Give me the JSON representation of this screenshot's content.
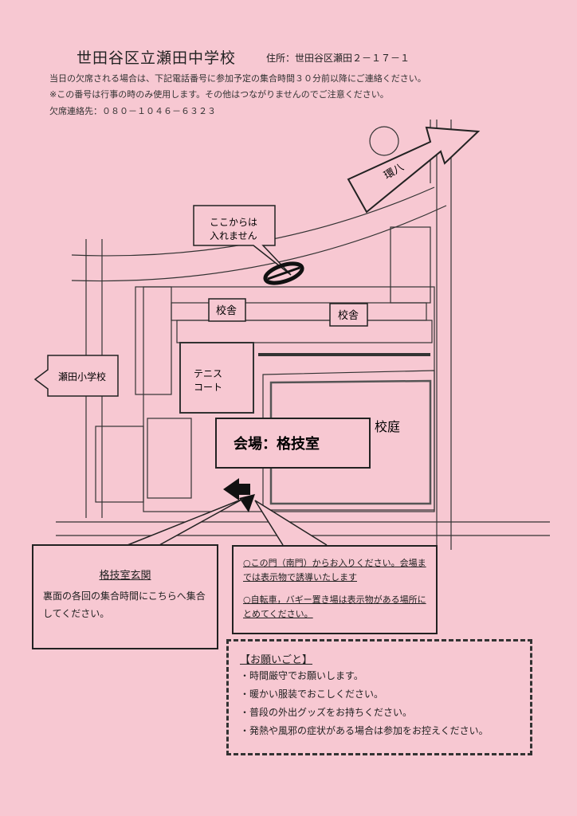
{
  "header": {
    "school": "世田谷区立瀬田中学校",
    "address": "住所：世田谷区瀬田２－１７－１",
    "notes": [
      "当日の欠席される場合は、下記電話番号に参加予定の集合時間３０分前以降にご連絡ください。",
      "※この番号は行事の時のみ使用します。その他はつながりませんのでご注意ください。",
      "欠席連絡先：０８０－１０４６－６３２３"
    ]
  },
  "map": {
    "kanpachi": "環八",
    "no_entry": [
      "ここからは",
      "入れません"
    ],
    "school_bldg": "校舎",
    "seta_elementary": "瀬田小学校",
    "tennis_court": [
      "テニス",
      "コート"
    ],
    "schoolyard": "校庭",
    "venue": "会場：格技室"
  },
  "left_box": {
    "title": "格技室玄関",
    "body": "裏面の各回の集合時間にこちらへ集合してください。"
  },
  "right_box": {
    "line1": "○この門（南門）からお入りください。会場までは表示物で誘導いたします",
    "line2": "○自転車，バギー置き場は表示物がある場所にとめてください。"
  },
  "notice": {
    "title": "【お願いごと】",
    "items": [
      "時間厳守でお願いします。",
      "暖かい服装でおこしください。",
      "普段の外出グッズをお持ちください。",
      "発熱や風邪の症状がある場合は参加をお控えください。"
    ]
  }
}
